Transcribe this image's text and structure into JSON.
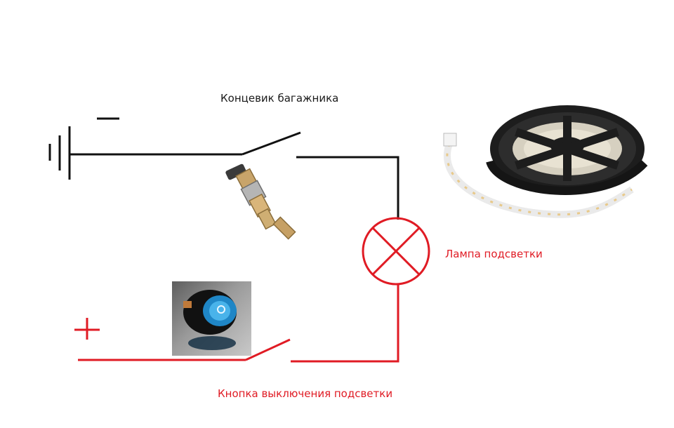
{
  "labels": {
    "limit_switch": "Концевик багажника",
    "lamp": "Лампа подсветки",
    "button": "Кнопка выключения подсветки",
    "minus": "−",
    "plus": "+"
  },
  "colors": {
    "negative_wire": "#111111",
    "positive_wire": "#e01b24",
    "label_red": "#e01b24",
    "label_dark": "#1a1a1a"
  },
  "icons": {
    "ground": "ground-symbol-icon",
    "lamp": "lamp-symbol-icon",
    "limit_switch_photo": "limit-switch-photo",
    "rocker_button_photo": "rocker-button-photo",
    "led_strip_photo": "led-strip-reel-photo"
  }
}
